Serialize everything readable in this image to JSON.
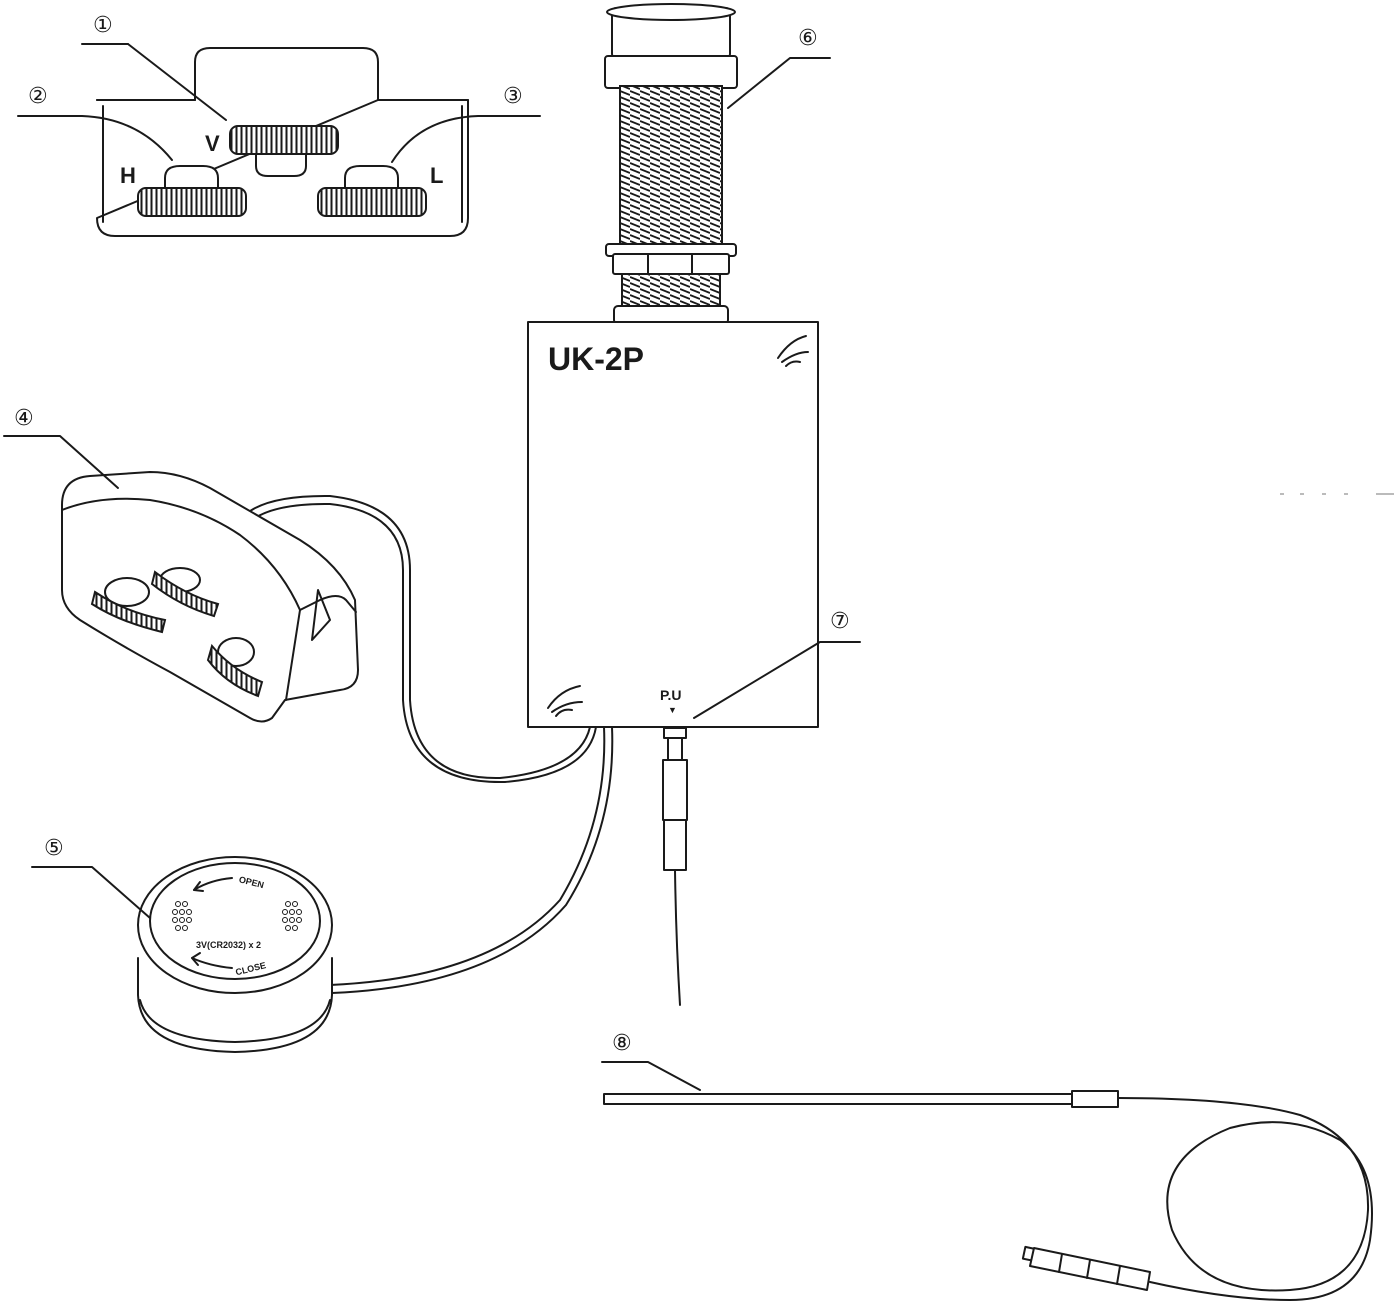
{
  "callouts": [
    {
      "id": "1",
      "label": "①"
    },
    {
      "id": "2",
      "label": "②"
    },
    {
      "id": "3",
      "label": "③"
    },
    {
      "id": "4",
      "label": "④"
    },
    {
      "id": "5",
      "label": "⑤"
    },
    {
      "id": "6",
      "label": "⑥"
    },
    {
      "id": "7",
      "label": "⑦"
    },
    {
      "id": "8",
      "label": "⑧"
    }
  ],
  "control_panel": {
    "volume_label": "V",
    "high_label": "H",
    "low_label": "L"
  },
  "preamp": {
    "model": "UK-2P",
    "port_label": "P.U",
    "port_marker": "▼"
  },
  "battery_box": {
    "open_label": "OPEN",
    "close_label": "CLOSE",
    "battery_spec": "3V(CR2032) x 2"
  }
}
